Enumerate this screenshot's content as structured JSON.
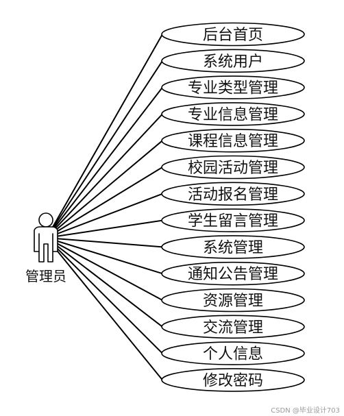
{
  "actor": {
    "label": "管理员",
    "icon": "stick-figure-actor-icon"
  },
  "use_cases": [
    {
      "label": "后台首页"
    },
    {
      "label": "系统用户"
    },
    {
      "label": "专业类型管理"
    },
    {
      "label": "专业信息管理"
    },
    {
      "label": "课程信息管理"
    },
    {
      "label": "校园活动管理"
    },
    {
      "label": "活动报名管理"
    },
    {
      "label": "学生留言管理"
    },
    {
      "label": "系统管理"
    },
    {
      "label": "通知公告管理"
    },
    {
      "label": "资源管理"
    },
    {
      "label": "交流管理"
    },
    {
      "label": "个人信息"
    },
    {
      "label": "修改密码"
    }
  ],
  "watermark": "CSDN @毕业设计703",
  "colors": {
    "stroke": "#000000",
    "background": "#ffffff",
    "text": "#111111",
    "watermark": "#9a9a9a"
  }
}
